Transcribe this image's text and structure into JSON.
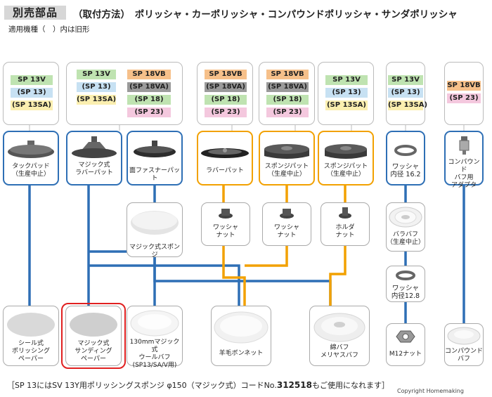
{
  "header": {
    "badge": "別売部品",
    "title": "（取付方法）　ポリッシャ・カーポリッシャ・コンパウンドポリッシャ・サンダポリッシャ",
    "subtitle": "適用機種（　）内は旧形"
  },
  "model_groups": [
    {
      "models": [
        {
          "label": "SP 13V",
          "color": "#bfe3b1"
        },
        {
          "label": "(SP 13)",
          "color": "#c7e1f3"
        },
        {
          "label": "(SP 13SA)",
          "color": "#fbefb0"
        }
      ]
    },
    {
      "models": [
        {
          "label": "SP 13V",
          "color": "#bfe3b1"
        },
        {
          "label": "(SP 13)",
          "color": "#c7e1f3"
        },
        {
          "label": "(SP 13SA)",
          "color": "#fbefb0"
        },
        {
          "label": "SP 18VB",
          "color": "#f6c08a"
        },
        {
          "label": "(SP 18VA)",
          "color": "#9a9a9a"
        },
        {
          "label": "(SP 18)",
          "color": "#bfe3b1"
        },
        {
          "label": "(SP 23)",
          "color": "#f4c8de"
        }
      ]
    },
    {
      "models": [
        {
          "label": "SP 18VB",
          "color": "#f6c08a"
        },
        {
          "label": "(SP 18VA)",
          "color": "#9a9a9a"
        },
        {
          "label": "(SP 18)",
          "color": "#bfe3b1"
        },
        {
          "label": "(SP 23)",
          "color": "#f4c8de"
        }
      ]
    },
    {
      "models": [
        {
          "label": "SP 18VB",
          "color": "#f6c08a"
        },
        {
          "label": "(SP 18VA)",
          "color": "#9a9a9a"
        },
        {
          "label": "(SP 18)",
          "color": "#bfe3b1"
        },
        {
          "label": "(SP 23)",
          "color": "#f4c8de"
        }
      ]
    },
    {
      "models": [
        {
          "label": "SP 13V",
          "color": "#bfe3b1"
        },
        {
          "label": "(SP 13)",
          "color": "#c7e1f3"
        },
        {
          "label": "(SP 13SA)",
          "color": "#fbefb0"
        }
      ]
    },
    {
      "models": [
        {
          "label": "SP 13V",
          "color": "#bfe3b1"
        },
        {
          "label": "(SP 13)",
          "color": "#c7e1f3"
        },
        {
          "label": "(SP 13SA)",
          "color": "#fbefb0"
        }
      ]
    },
    {
      "models": [
        {
          "label": "SP 18VB",
          "color": "#f6c08a"
        },
        {
          "label": "(SP 23)",
          "color": "#f4c8de"
        }
      ]
    }
  ],
  "parts": {
    "tack_pad": "タックパッド\n（生産中止）",
    "magic_rubber_pad": "マジック式\nラバーパット",
    "face_fastener_pad": "面ファスナーパット",
    "rubber_pad": "ラバーパット",
    "sponge_pad_1": "スポンジパット\n（生産中止）",
    "sponge_pad_2": "スポンジパット\n（生産中止）",
    "washer_162": "ワッシャ\n内径 16.2",
    "compound_buff_adapter": "コンパウンド\nバフ用\nアダプタ",
    "magic_sponge": "マジック式スポンジ",
    "washer_nut_1": "ワッシャ\nナット",
    "washer_nut_2": "ワッシャ\nナット",
    "holder_nut": "ホルダ\nナット",
    "bara_buff": "バラバフ\n（生産中止）",
    "washer_128": "ワッシャ\n内径12.8",
    "seal_paper": "シール式\nポリッシング\nペーパー",
    "magic_sanding_paper": "マジック式\nサンディング\nペーパー",
    "wool_buff_130": "130mmマジック式\nウールバフ\n(SP13/SA/V用)",
    "wool_bonnet": "羊毛ボンネット",
    "cotton_buff": "綿バフ\nメリヤスバフ",
    "m12_nut": "M12ナット",
    "compound_buff": "コンパウンド\nバフ"
  },
  "footer": {
    "text_before": "［SP 13にはSV 13Y用ポリッシングスポンジ φ150（マジック式）コードNo.",
    "code": "312518",
    "text_after": "もご使用になれます］",
    "copyright": "Copyright Homemaking"
  },
  "colors": {
    "blue_line": "#2e6fb5",
    "orange_line": "#f2a100",
    "highlight": "#e02020"
  }
}
